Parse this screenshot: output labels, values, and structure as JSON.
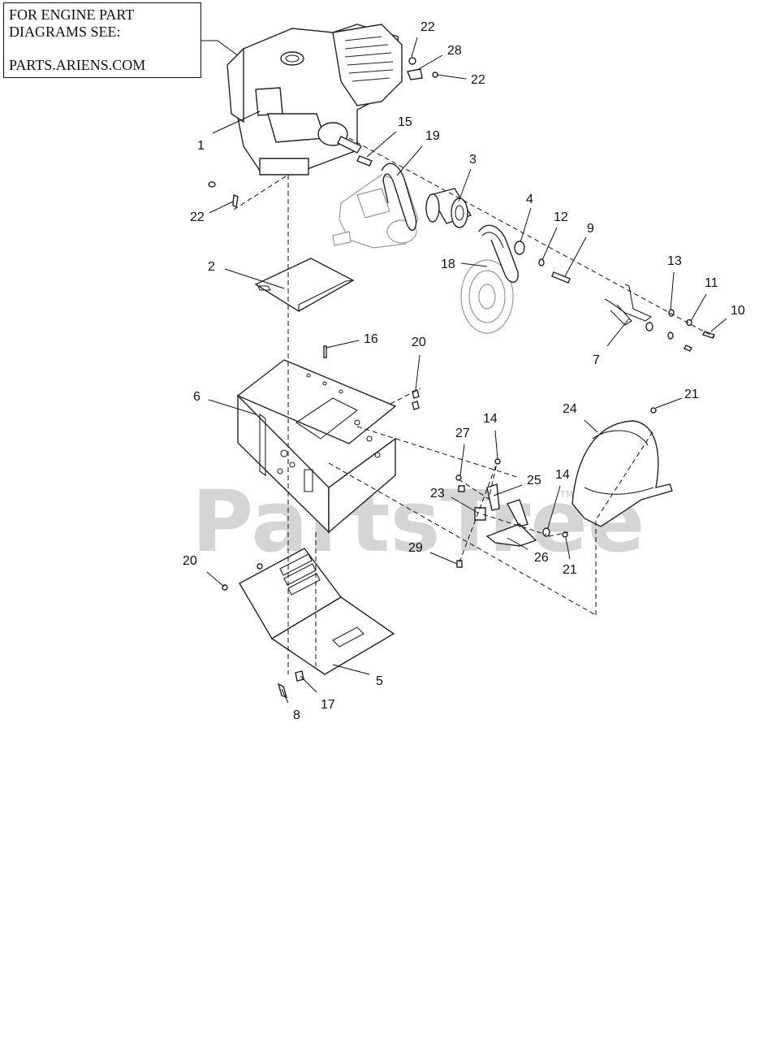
{
  "note": {
    "line1": "FOR ENGINE PART",
    "line2": "DIAGRAMS SEE:",
    "line3": "PARTS.ARIENS.COM"
  },
  "watermark": {
    "text": "PartsTree",
    "tm": "TM"
  },
  "callouts": [
    "22",
    "28",
    "22",
    "1",
    "15",
    "19",
    "3",
    "22",
    "4",
    "12",
    "9",
    "2",
    "18",
    "13",
    "11",
    "10",
    "7",
    "16",
    "20",
    "6",
    "21",
    "24",
    "27",
    "14",
    "14",
    "25",
    "23",
    "26",
    "29",
    "21",
    "20",
    "5",
    "17",
    "8"
  ]
}
